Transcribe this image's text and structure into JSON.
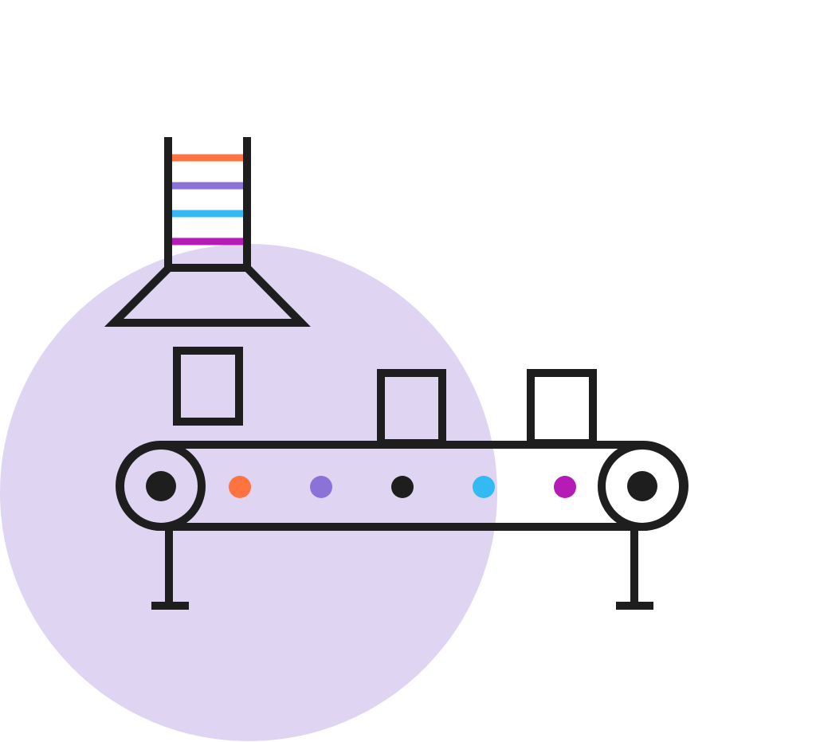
{
  "illustration": {
    "subject": "conveyor-belt-factory",
    "colors": {
      "background_circle": "#dfd5f2",
      "stroke": "#1e1e1e",
      "orange": "#ff7340",
      "purple": "#8b72d6",
      "blue": "#33baf2",
      "magenta": "#b51bb5",
      "black_dot": "#1e1e1e"
    },
    "hopper_stripes": [
      "orange",
      "purple",
      "blue",
      "magenta"
    ],
    "belt_dots": [
      "orange",
      "purple",
      "black_dot",
      "blue",
      "magenta"
    ],
    "boxes_count": 3
  }
}
